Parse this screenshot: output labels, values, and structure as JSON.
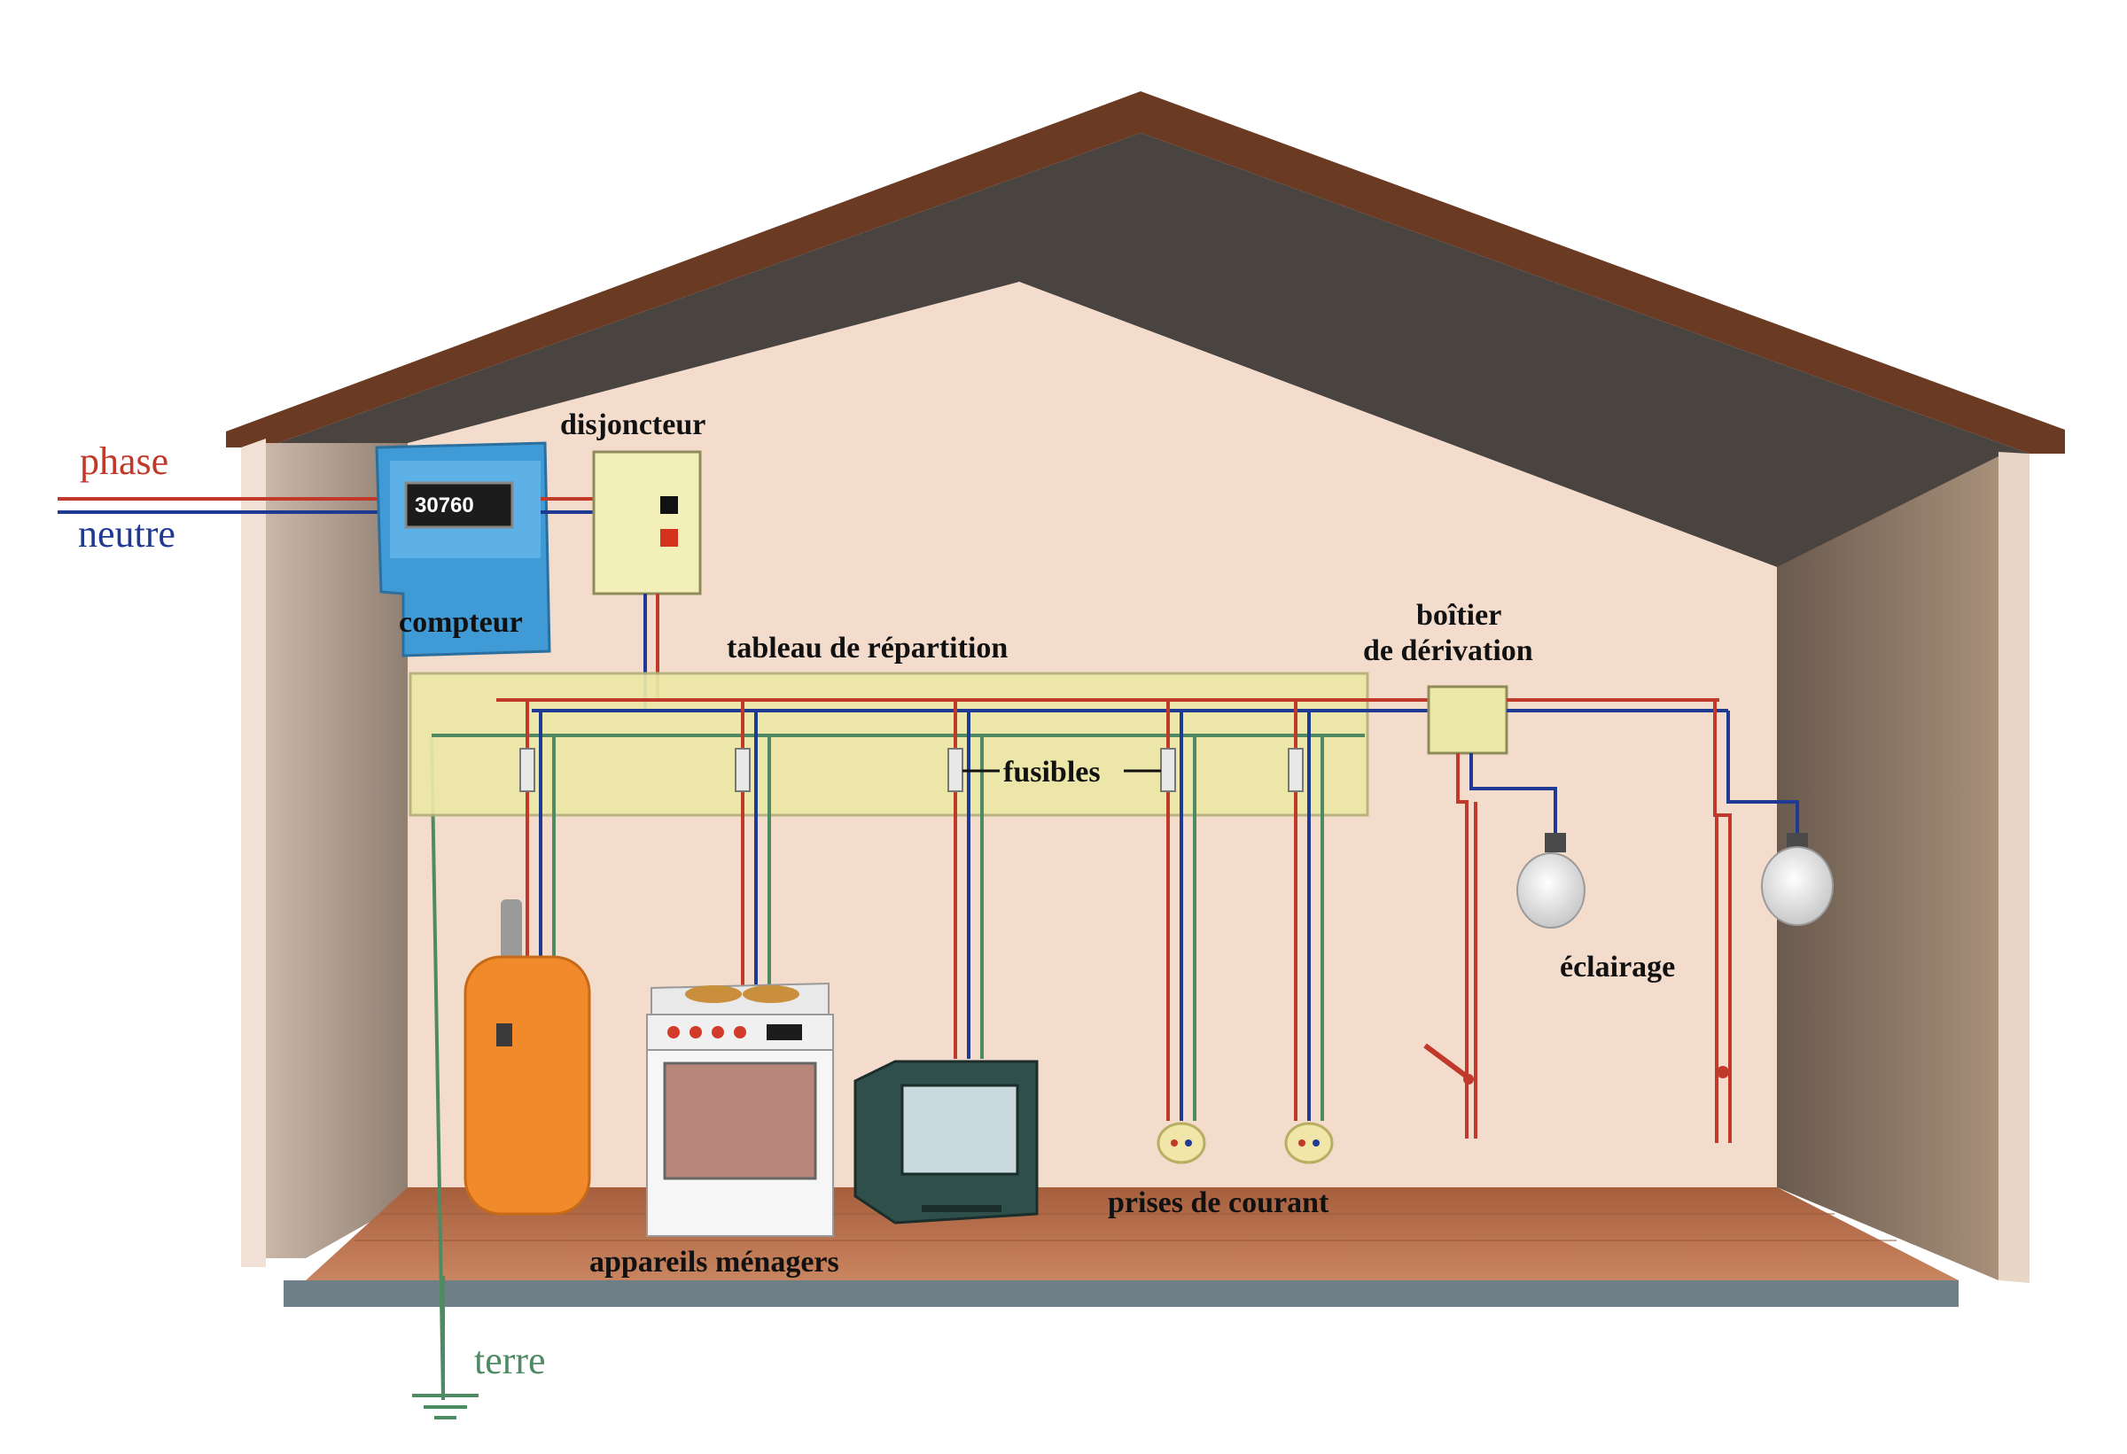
{
  "labels": {
    "phase": "phase",
    "neutre": "neutre",
    "terre": "terre",
    "disjoncteur": "disjoncteur",
    "compteur": "compteur",
    "tableau": "tableau de répartition",
    "fusibles": "fusibles",
    "boitier_line1": "boîtier",
    "boitier_line2": "de dérivation",
    "eclairage": "éclairage",
    "prises": "prises de courant",
    "appareils": "appareils ménagers"
  },
  "meter": {
    "reading": "30760"
  },
  "colors": {
    "phase": "#c0392b",
    "neutre": "#1f3a93",
    "terre": "#4e8a62",
    "roof": "#6b3a22",
    "roof_inner": "#4a4441",
    "wall": "#f4dccd",
    "floor": "#b8714a",
    "panel": "#ece9a6"
  }
}
